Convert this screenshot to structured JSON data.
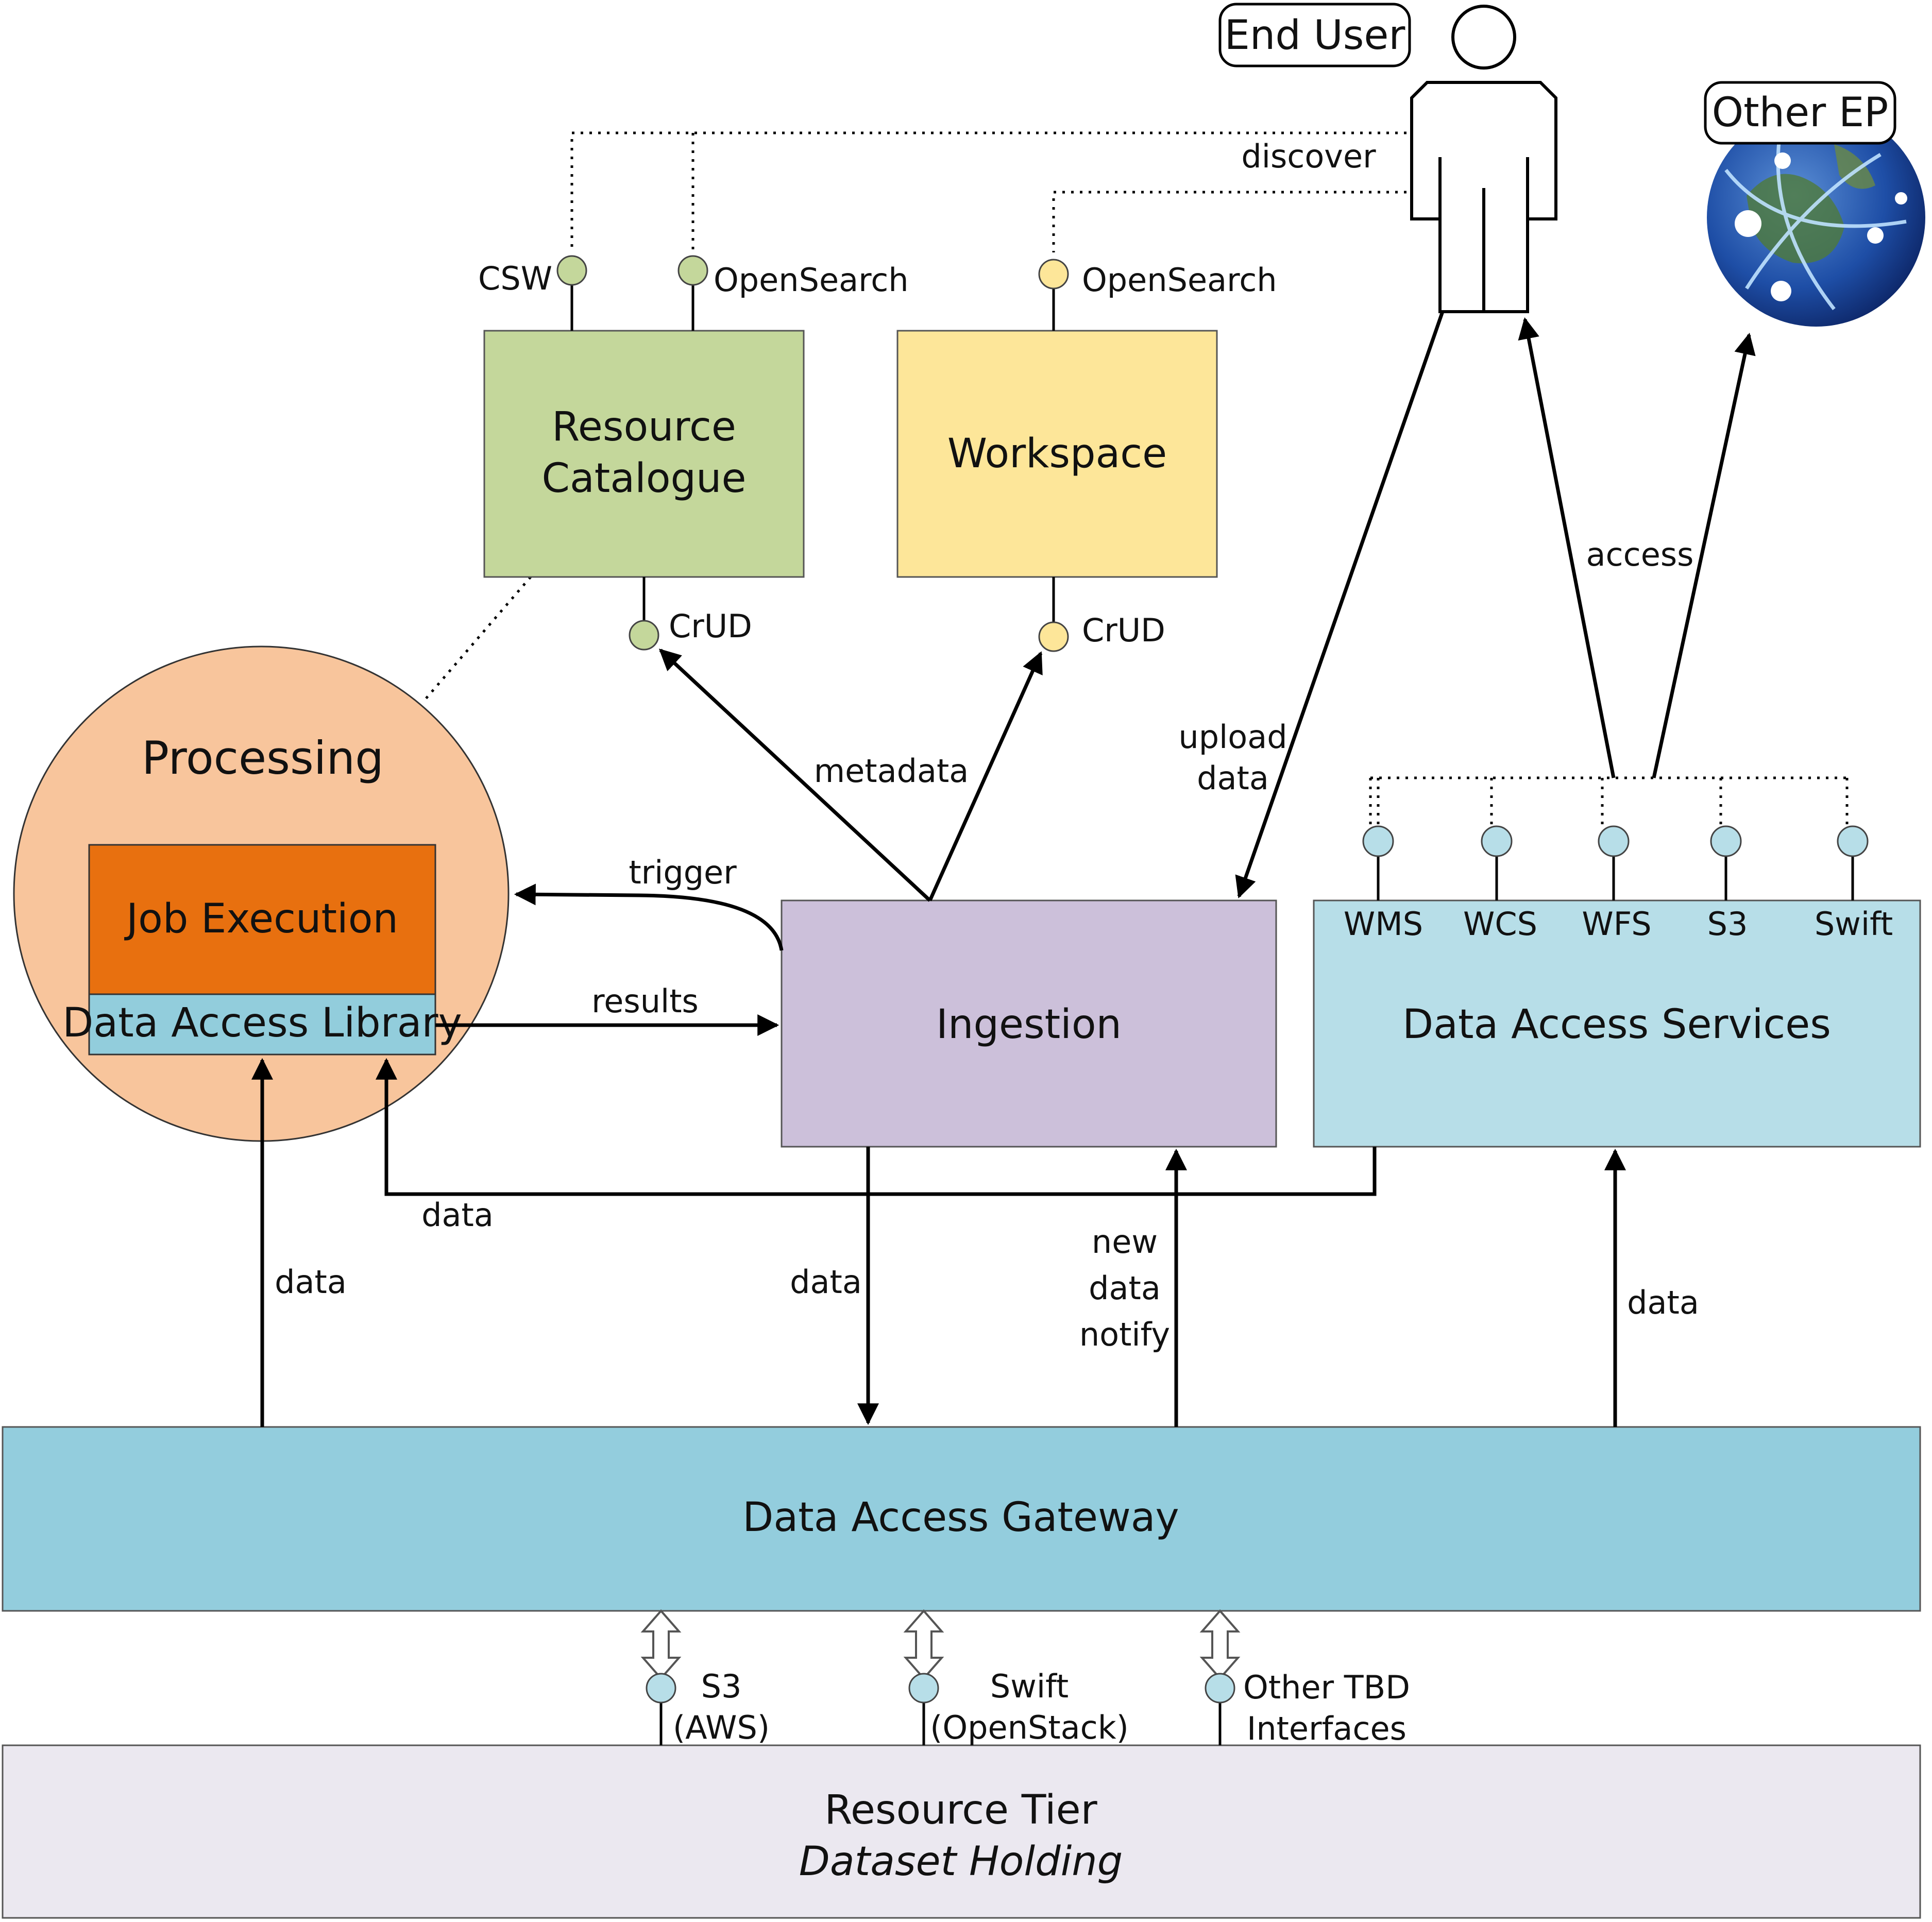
{
  "actors": {
    "end_user": "End User",
    "other_ep": "Other EP"
  },
  "components": {
    "resource_catalogue": [
      "Resource",
      "Catalogue"
    ],
    "workspace": "Workspace",
    "processing": "Processing",
    "job_execution": "Job Execution",
    "data_access_library": "Data Access Library",
    "ingestion": "Ingestion",
    "data_access_services": "Data Access Services",
    "data_access_gateway": "Data Access Gateway",
    "resource_tier": "Resource Tier",
    "resource_tier_sub": "Dataset Holding"
  },
  "interfaces": {
    "catalogue_csw": "CSW",
    "catalogue_opensearch": "OpenSearch",
    "workspace_opensearch": "OpenSearch",
    "catalogue_crud": "CrUD",
    "workspace_crud": "CrUD",
    "services": [
      "WMS",
      "WCS",
      "WFS",
      "S3",
      "Swift"
    ],
    "tier_s3": [
      "S3",
      "(AWS)"
    ],
    "tier_swift": [
      "Swift",
      "(OpenStack)"
    ],
    "tier_other": [
      "Other TBD",
      "Interfaces"
    ]
  },
  "flows": {
    "discover": "discover",
    "access": "access",
    "upload_data": [
      "upload",
      "data"
    ],
    "metadata": "metadata",
    "trigger": "trigger",
    "results": "results",
    "data_library": "data",
    "data_processing": "data",
    "data_ingestion": "data",
    "new_data_notify": [
      "new",
      "data",
      "notify"
    ],
    "data_services": "data"
  },
  "colors": {
    "catalogue": "#c4d79b",
    "workspace": "#fde699",
    "processing": "#f8c59c",
    "job_execution": "#e8700f",
    "data_access_library": "#92cddc",
    "ingestion": "#ccc0da",
    "services": "#b7dee8",
    "gateway": "#93cddd",
    "resource_tier": "#ebe8f0"
  }
}
